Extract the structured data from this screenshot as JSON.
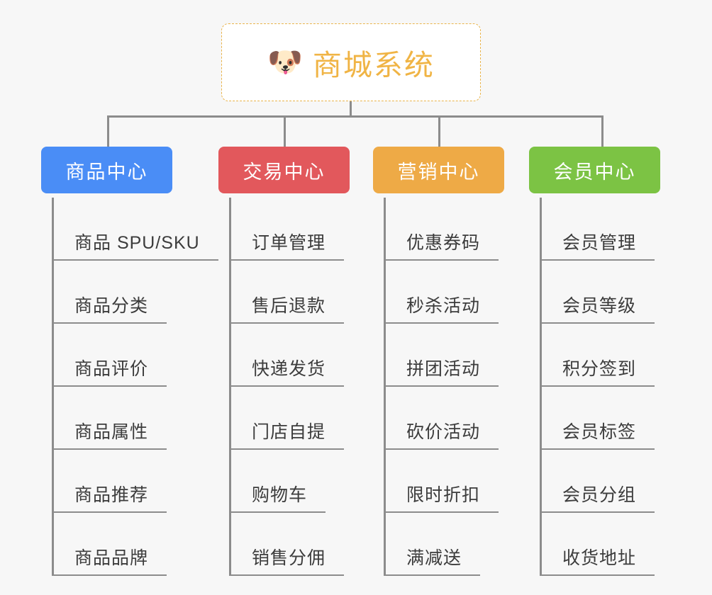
{
  "root": {
    "icon": "shiba-dog-emoji",
    "icon_glyph": "🐶",
    "title": "商城系统",
    "border_color": "#e9b44c",
    "text_color": "#f0b445",
    "background": "#ffffff"
  },
  "canvas": {
    "background": "#f7f7f7",
    "connector_color": "#8c8c8c"
  },
  "columns": [
    {
      "key": "product-center",
      "title": "商品中心",
      "color": "#4a8df6",
      "items": [
        "商品 SPU/SKU",
        "商品分类",
        "商品评价",
        "商品属性",
        "商品推荐",
        "商品品牌"
      ]
    },
    {
      "key": "trade-center",
      "title": "交易中心",
      "color": "#e2585c",
      "items": [
        "订单管理",
        "售后退款",
        "快递发货",
        "门店自提",
        "购物车",
        "销售分佣"
      ]
    },
    {
      "key": "marketing-center",
      "title": "营销中心",
      "color": "#eeaa46",
      "items": [
        "优惠券码",
        "秒杀活动",
        "拼团活动",
        "砍价活动",
        "限时折扣",
        "满减送"
      ]
    },
    {
      "key": "member-center",
      "title": "会员中心",
      "color": "#7cc344",
      "items": [
        "会员管理",
        "会员等级",
        "积分签到",
        "会员标签",
        "会员分组",
        "收货地址"
      ]
    }
  ]
}
